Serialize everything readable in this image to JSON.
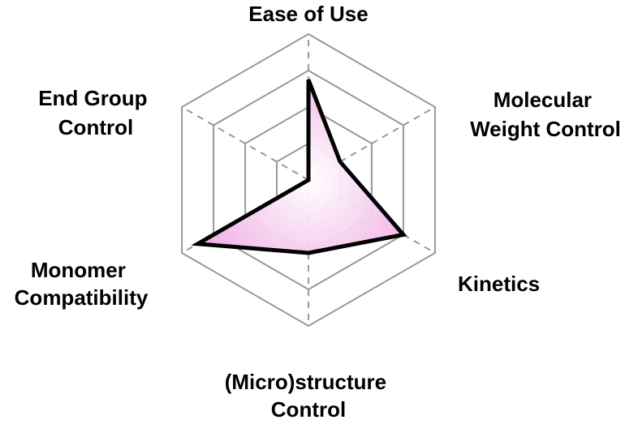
{
  "chart_data": {
    "type": "radar",
    "title": "",
    "levels": 4,
    "max": 4,
    "axes": [
      {
        "label_lines": [
          "Ease of Use"
        ],
        "value": 2.75
      },
      {
        "label_lines": [
          "Molecular",
          "Weight Control"
        ],
        "value": 1.0
      },
      {
        "label_lines": [
          "Kinetics"
        ],
        "value": 3.0
      },
      {
        "label_lines": [
          "(Micro)structure",
          "Control"
        ],
        "value": 2.0
      },
      {
        "label_lines": [
          "Monomer",
          "Compatibility"
        ],
        "value": 3.5
      },
      {
        "label_lines": [
          "End Group",
          "Control"
        ],
        "value": 0.0
      }
    ],
    "series": [
      {
        "values": [
          2.75,
          1.0,
          3.0,
          2.0,
          3.5,
          0.0
        ]
      }
    ],
    "colors": {
      "fill_center": "#ffffff",
      "fill_edge": "#eda0df",
      "stroke": "#000000",
      "grid": "#999999",
      "spoke": "#999999"
    }
  }
}
